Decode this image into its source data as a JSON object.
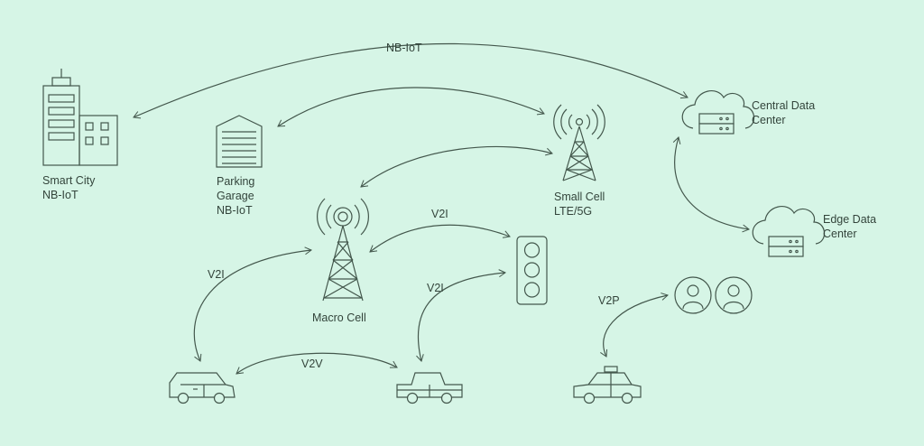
{
  "nodes": {
    "smart_city": {
      "line1": "Smart City",
      "line2": "NB-IoT"
    },
    "parking": {
      "line1": "Parking",
      "line2": "Garage",
      "line3": "NB-IoT"
    },
    "small_cell": {
      "line1": "Small Cell",
      "line2": "LTE/5G"
    },
    "macro_cell": {
      "line1": "Macro Cell"
    },
    "central_dc": {
      "line1": "Central Data",
      "line2": "Center"
    },
    "edge_dc": {
      "line1": "Edge Data",
      "line2": "Center"
    }
  },
  "links": {
    "nb_iot": "NB-IoT",
    "v2i_top": "V2I",
    "v2i_left": "V2I",
    "v2i_mid": "V2I",
    "v2v": "V2V",
    "v2p": "V2P"
  },
  "colors": {
    "background": "#d6f5e6",
    "stroke": "#43574c",
    "text": "#33443b"
  },
  "icons": [
    "building-icon",
    "parking-garage-icon",
    "cell-tower-icon",
    "cloud-server-icon",
    "traffic-light-icon",
    "car-icon",
    "pickup-truck-icon",
    "taxi-icon",
    "person-icon"
  ]
}
